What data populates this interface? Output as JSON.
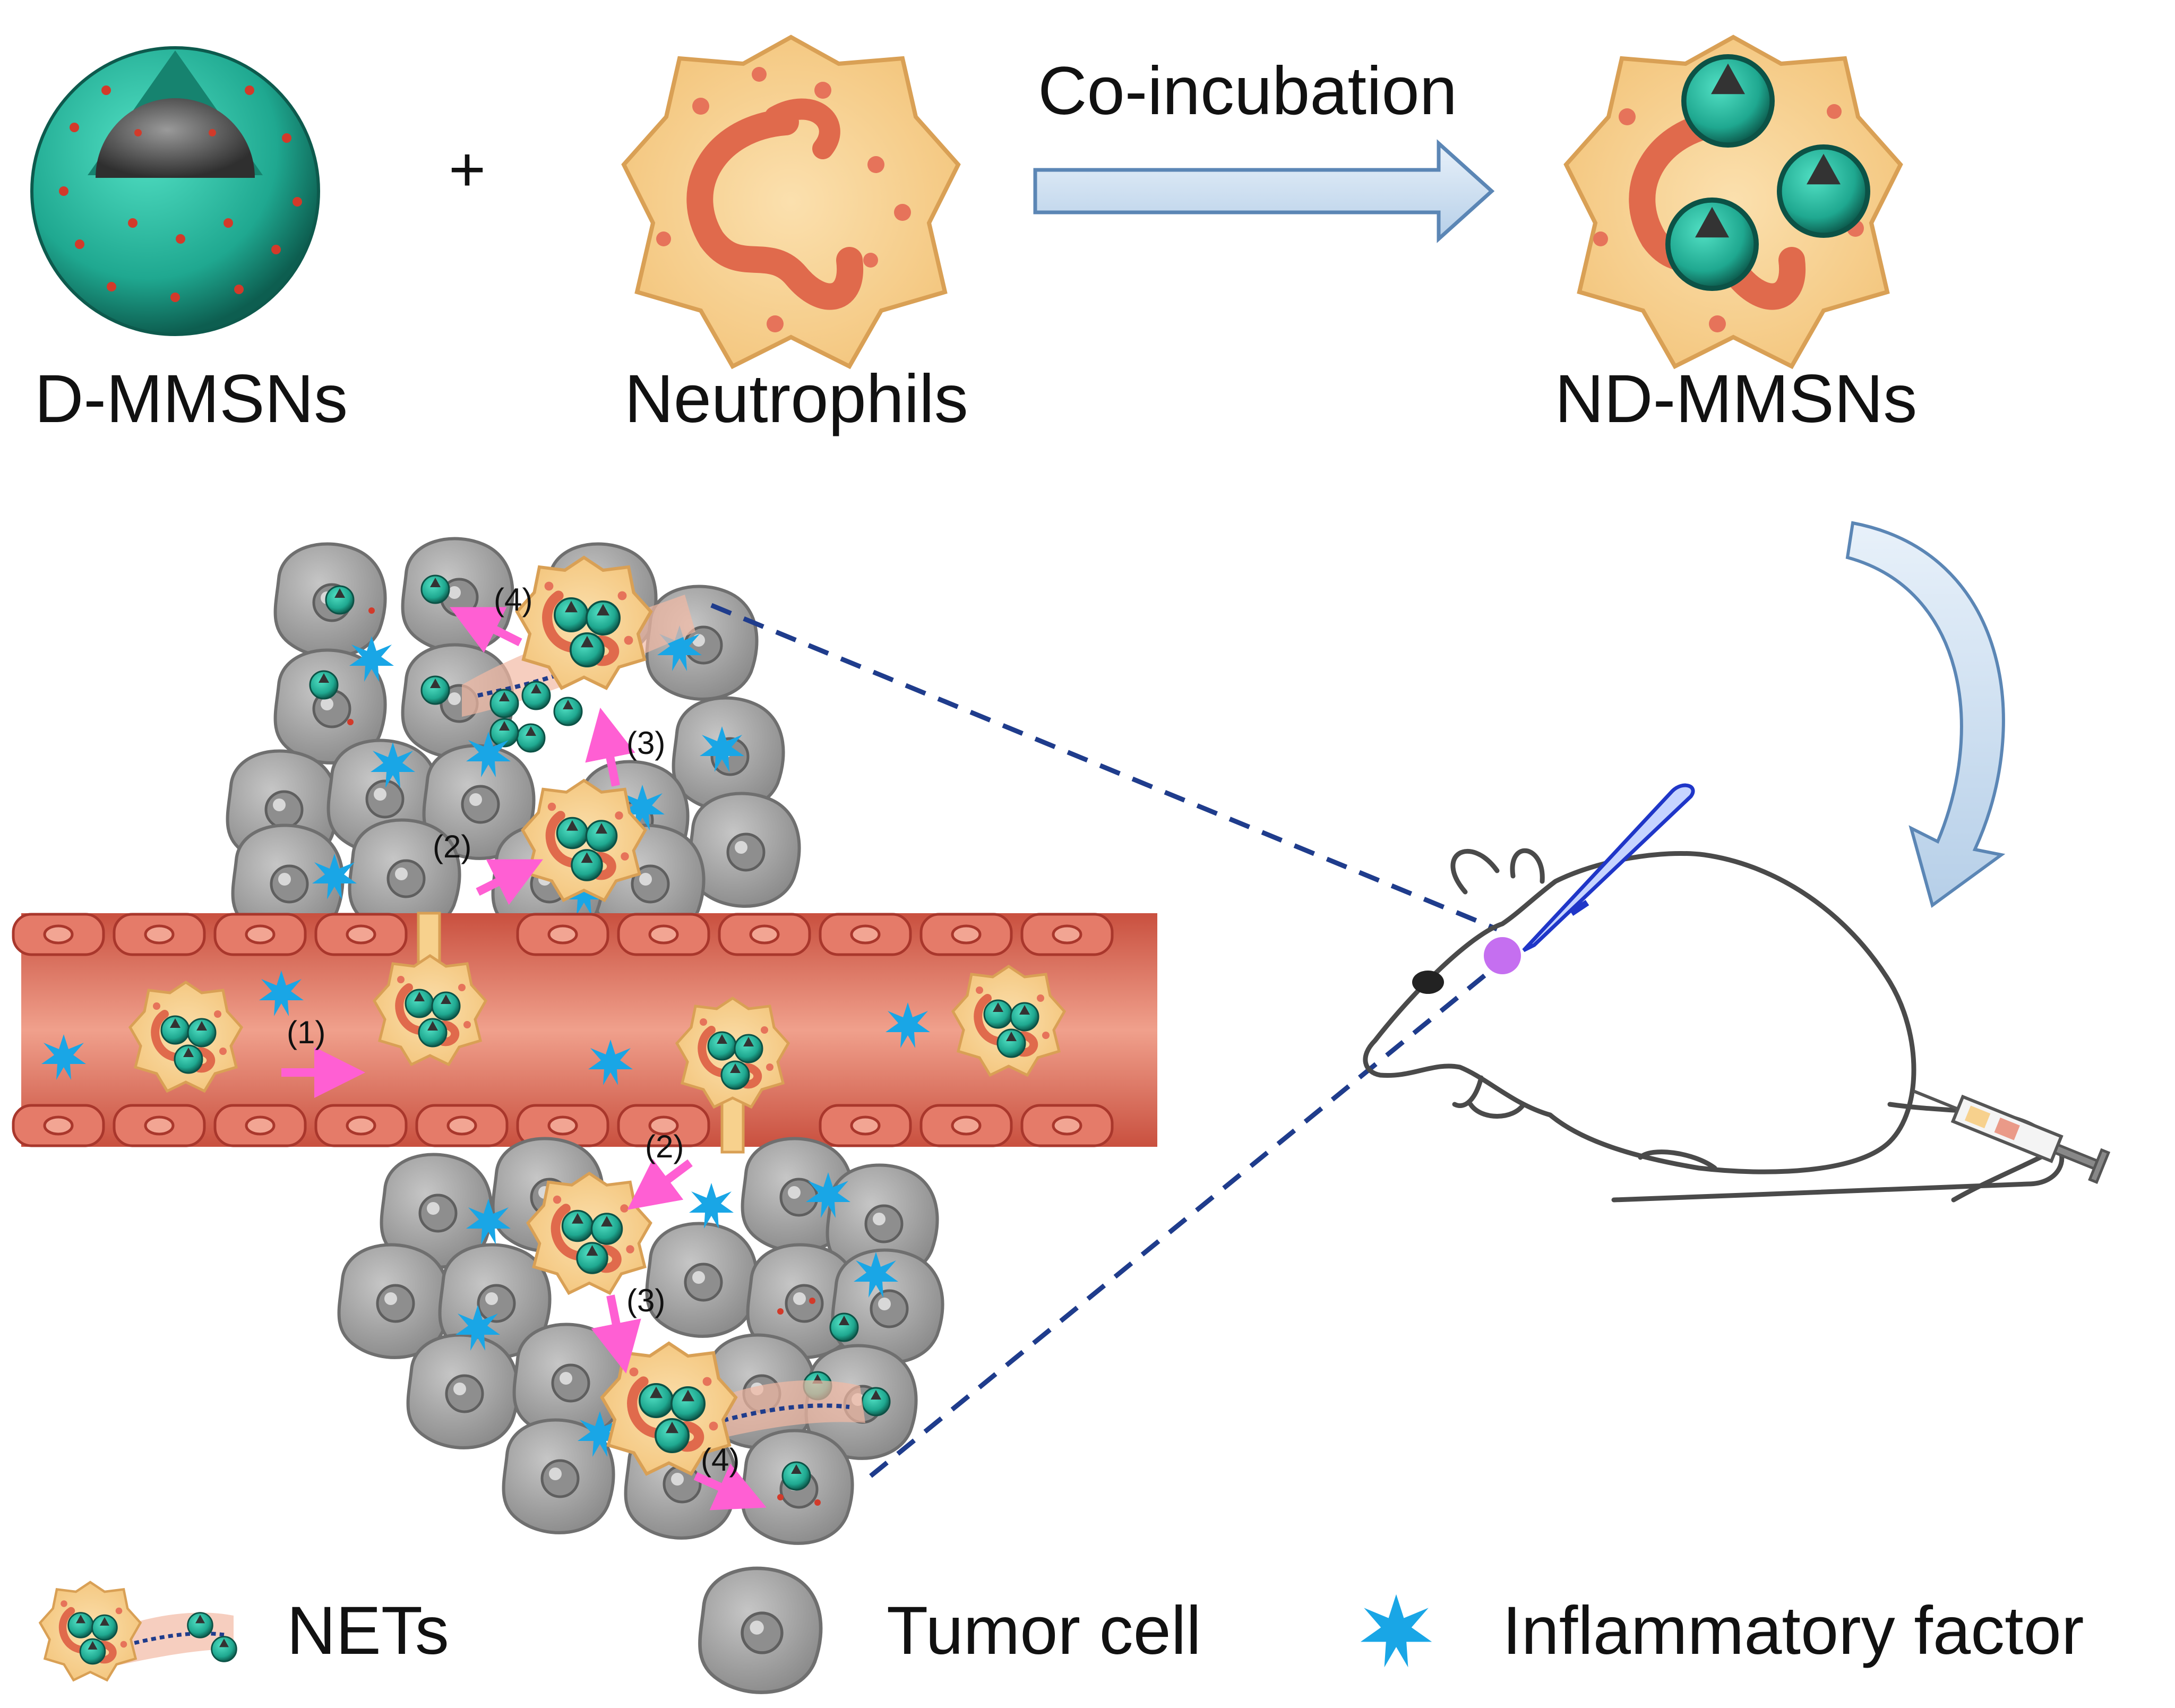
{
  "colors": {
    "silica": "#1fa890",
    "silica_dark": "#0f6e5d",
    "core": "#4a4a4a",
    "dot": "#d23a2a",
    "neutrophil": "#f7d18d",
    "neutrophil_edge": "#e0a860",
    "nucleus": "#e06a4c",
    "vessel": "#d9685a",
    "vessel_dark": "#b6443a",
    "tumor": "#a9a9a9",
    "tumor_edge": "#6f6f6f",
    "factor": "#19a6e6",
    "arrow_flow": "#ff5fd3",
    "dash": "#1f3c8c",
    "process_arrow": "#cfe1f2",
    "process_arrow_edge": "#5b86b5"
  },
  "top": {
    "d_mmsns": "D-MMSNs",
    "plus": "+",
    "neutrophils": "Neutrophils",
    "process": "Co-incubation",
    "nd_mmsns": "ND-MMSNs"
  },
  "steps": {
    "s1": "(1)",
    "s2": "(2)",
    "s3": "(3)",
    "s4": "(4)"
  },
  "legend": {
    "nets": "NETs",
    "tumor_cell": "Tumor cell",
    "inflammatory_factor": "Inflammatory factor"
  }
}
